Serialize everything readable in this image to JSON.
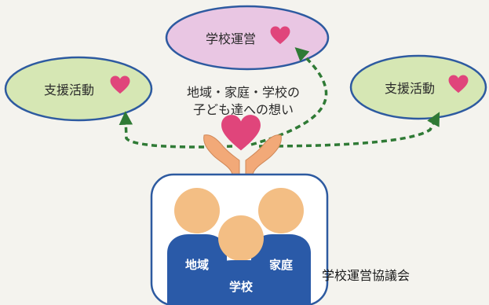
{
  "nodes": {
    "top": {
      "label": "学校運営"
    },
    "left": {
      "label": "支援活動"
    },
    "right": {
      "label": "支援活動"
    }
  },
  "center": {
    "line1": "地域・家庭・学校の",
    "line2": "子ども達への想い"
  },
  "people": {
    "left": "地域",
    "center": "学校",
    "right": "家庭"
  },
  "council": {
    "label": "学校運営協議会"
  },
  "colors": {
    "top_fill": "#e9c6e3",
    "side_fill": "#d6e7b4",
    "ellipse_stroke": "#2d5aa0",
    "arrow": "#2f7a35",
    "heart": "#e0457b",
    "head": "#f3be84",
    "body": "#2a5aa8",
    "hands": "#f2a978"
  }
}
